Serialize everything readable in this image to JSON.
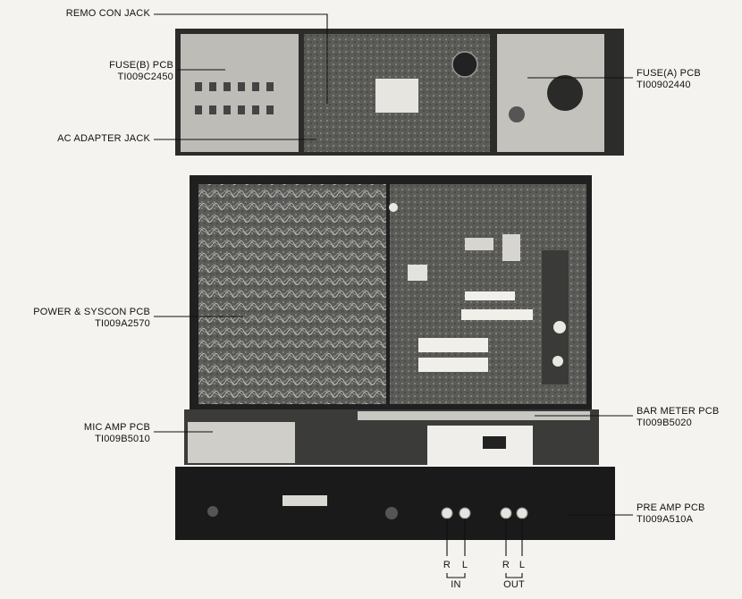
{
  "callouts": {
    "remo_con_jack": "REMO CON JACK",
    "fuse_b_pcb": {
      "name": "FUSE(B) PCB",
      "part": "TI009C2450"
    },
    "ac_adapter_jack": "AC ADAPTER JACK",
    "power_syscon_pcb": {
      "name": "POWER & SYSCON PCB",
      "part": "TI009A2570"
    },
    "mic_amp_pcb": {
      "name": "MIC AMP PCB",
      "part": "TI009B5010"
    },
    "fuse_a_pcb": {
      "name": "FUSE(A) PCB",
      "part": "TI00902440"
    },
    "bar_meter_pcb": {
      "name": "BAR METER PCB",
      "part": "TI009B5020"
    },
    "pre_amp_pcb": {
      "name": "PRE AMP PCB",
      "part": "TI009A510A"
    }
  },
  "jacks": {
    "in_r": "R",
    "in_l": "L",
    "in_label": "IN",
    "out_r": "R",
    "out_l": "L",
    "out_label": "OUT"
  }
}
